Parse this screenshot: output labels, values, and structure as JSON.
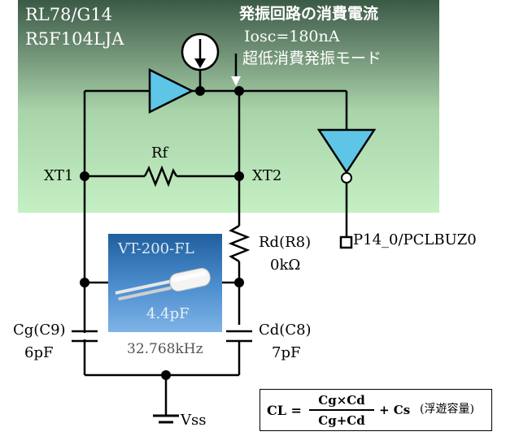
{
  "chip": {
    "model": "RL78/G14",
    "part_number": "R5F104LJA"
  },
  "oscillation_current": {
    "title": "発振回路の消費電流",
    "value": "Iosc=180nA",
    "mode": "超低消費発振モード"
  },
  "pins": {
    "xt1": "XT1",
    "xt2": "XT2",
    "output": "P14_0/PCLBUZ0",
    "ground": "Vss"
  },
  "components": {
    "rf": "Rf",
    "rd_name": "Rd(R8)",
    "rd_value": "0kΩ",
    "cg_name": "Cg(C9)",
    "cg_value": "6pF",
    "cd_name": "Cd(C8)",
    "cd_value": "7pF"
  },
  "crystal": {
    "model": "VT-200-FL",
    "load_capacitance": "4.4pF",
    "frequency": "32.768kHz",
    "body_color": "#3f7fc2"
  },
  "formula": {
    "lhs": "CL =",
    "numerator": "Cg×Cd",
    "denominator": "Cg+Cd",
    "plus_term": "+ Cs",
    "stray_note": "(浮遊容量)"
  },
  "colors": {
    "chip_gradient_top": "#3b5a46",
    "chip_gradient_bottom": "#c4f0c4"
  }
}
